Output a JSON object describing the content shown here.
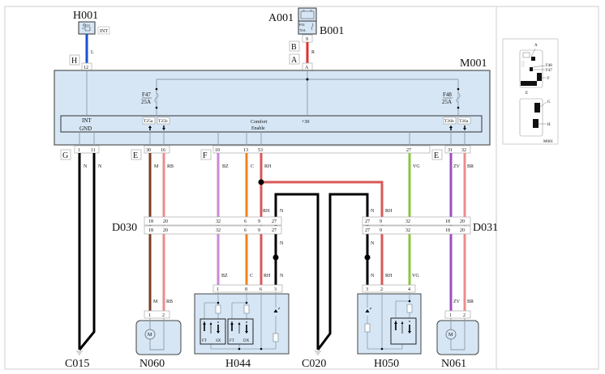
{
  "diagram": {
    "title": "Wiring diagram - M001 comfort module",
    "components": {
      "H001": {
        "id": "H001",
        "tag": "INT"
      },
      "A001": {
        "id": "A001"
      },
      "B001": {
        "id": "B001",
        "fuse_id": "F01",
        "fuse_rating": "70A"
      },
      "M001": {
        "id": "M001"
      },
      "D030": {
        "id": "D030"
      },
      "D031": {
        "id": "D031"
      },
      "C015": {
        "id": "C015"
      },
      "N060": {
        "id": "N060"
      },
      "H044": {
        "id": "H044"
      },
      "C020": {
        "id": "C020"
      },
      "H050": {
        "id": "H050"
      },
      "N061": {
        "id": "N061"
      }
    },
    "connector_letters": {
      "H": "H",
      "B": "B",
      "A": "A",
      "G": "G",
      "E_left": "E",
      "F": "F",
      "E_right": "E"
    },
    "m001_internal": {
      "fuse_left": {
        "id": "F47",
        "rating": "25A"
      },
      "fuse_right": {
        "id": "F48",
        "rating": "25A"
      },
      "int_label": "INT",
      "gnd_label": "GND",
      "comfort_label": "Comfort",
      "enable_label": "Enable",
      "plus30_label": "+30",
      "tag_t25a": "T25a",
      "tag_t25b": "T25b",
      "tag_t26b": "T26b",
      "tag_t26a": "T26a"
    },
    "pins": {
      "h001_pin": "12",
      "b001_pin": "9",
      "m001_a_pin": "A",
      "g_pin1": "1",
      "g_pin2": "11",
      "e_pin1": "30",
      "e_pin2": "16",
      "f_pin1": "10",
      "f_pin2": "13",
      "f_pin3": "53",
      "m_pin27": "27",
      "er_pin1": "31",
      "er_pin2": "32"
    },
    "wire_colors": {
      "L": "L",
      "R": "R",
      "N": "N",
      "M": "M",
      "RB": "RB",
      "BZ": "BZ",
      "C": "C",
      "RH": "RH",
      "VG": "VG",
      "ZV": "ZV",
      "BR": "BR"
    },
    "d030_pins": [
      "18",
      "20",
      "32",
      "6",
      "9",
      "27"
    ],
    "d031_pins": [
      "27",
      "9",
      "32",
      "18",
      "20"
    ],
    "n060_pins": [
      "1",
      "2"
    ],
    "h044_pins": [
      "1",
      "8",
      "6",
      "3"
    ],
    "h044_switch_labels": {
      "sx_ft": "FT",
      "sx": "SX",
      "dx_ft": "FT",
      "dx": "DX"
    },
    "h050_pins": [
      "3",
      "2",
      "4"
    ],
    "n061_pins": [
      "1",
      "2"
    ],
    "motor_symbol": "M",
    "locator": {
      "title": "M001",
      "labels": {
        "A": "A",
        "F48": "F48",
        "F47": "F47",
        "F": "F",
        "E": "E",
        "G": "G",
        "H": "H"
      }
    },
    "colors": {
      "blue_L": "#1a4fd6",
      "red_R": "#e03030",
      "black_N": "#000000",
      "brown_M": "#7a3b22",
      "pink_RB": "#f08a8a",
      "violet_BZ": "#c88ad8",
      "orange_C": "#f58220",
      "red_RH": "#d85858",
      "green_VG": "#8cc63f",
      "purple_ZV": "#9b4fc0",
      "salmon_BR": "#ec8c8c",
      "module_fill": "#d6e6f5"
    }
  }
}
